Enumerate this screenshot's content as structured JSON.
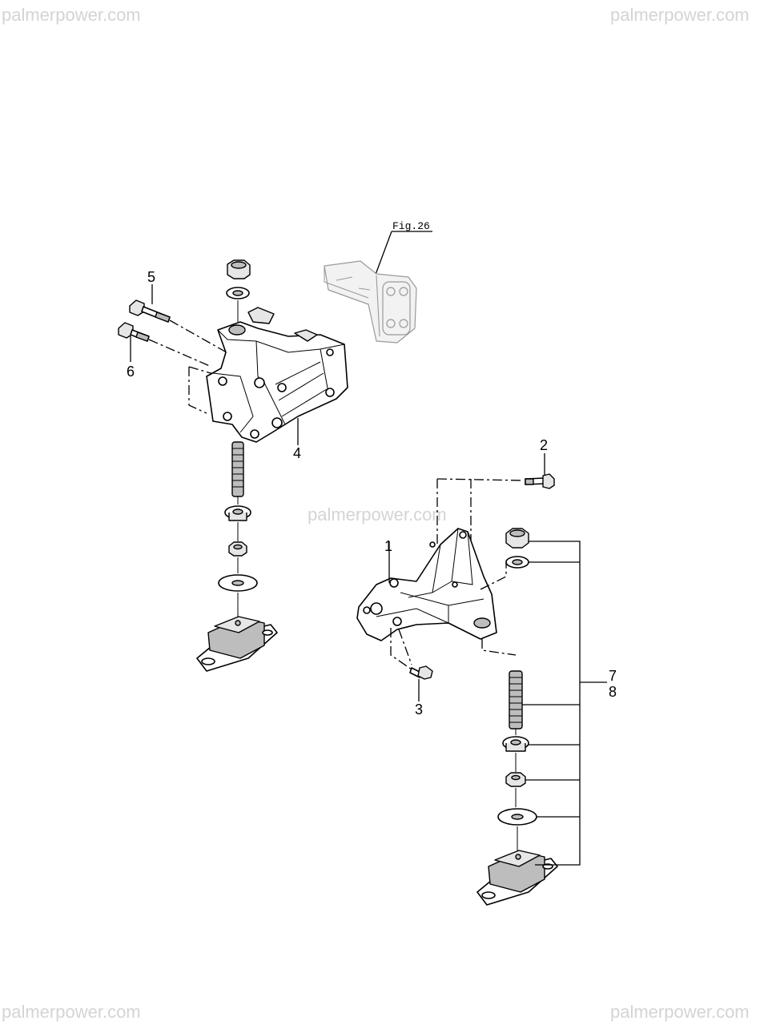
{
  "watermarks": {
    "top_left": "palmerpower.com",
    "top_right": "palmerpower.com",
    "center": "palmerpower.com",
    "bottom_left": "palmerpower.com",
    "bottom_right": "palmerpower.com"
  },
  "figure_ref": "Fig.26",
  "callouts": {
    "c1": "1",
    "c2": "2",
    "c3": "3",
    "c4": "4",
    "c5": "5",
    "c6": "6",
    "c7": "7",
    "c8": "8"
  }
}
